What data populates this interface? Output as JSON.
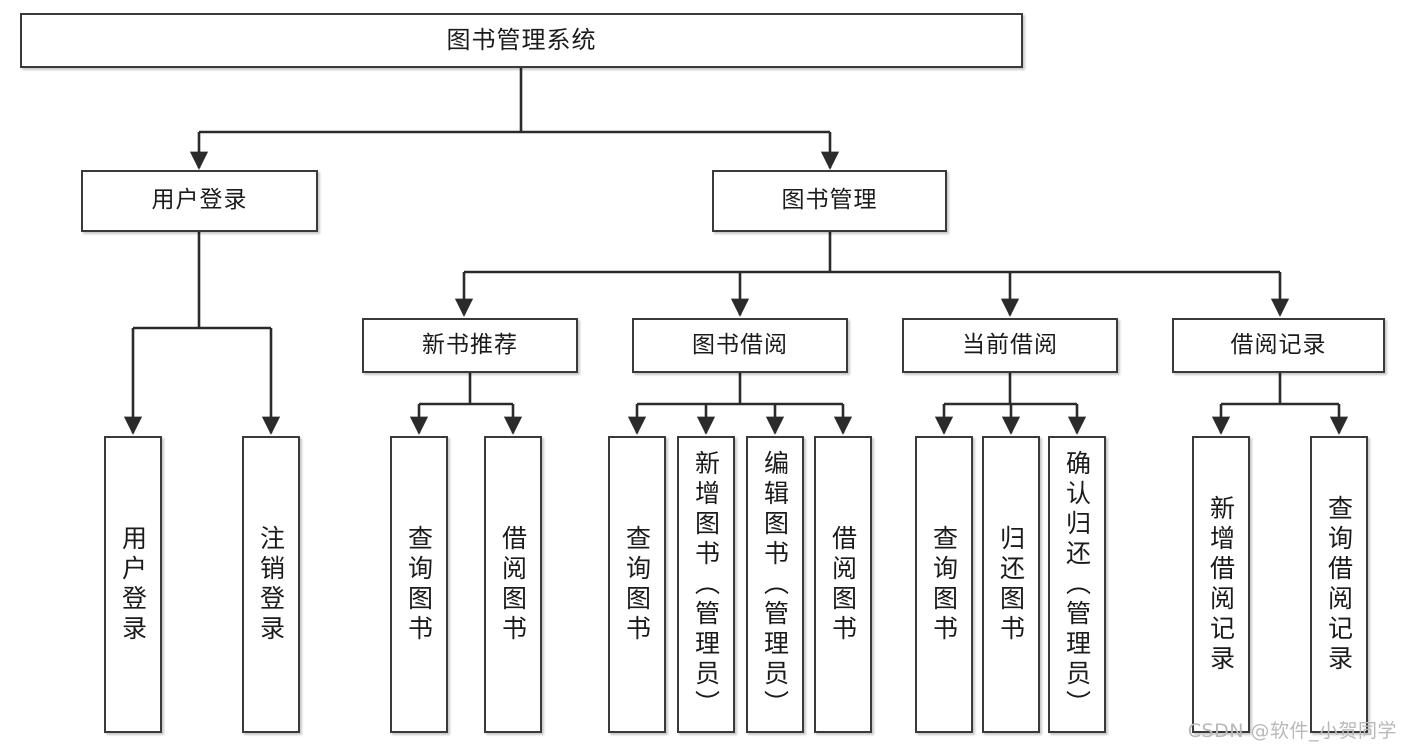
{
  "diagram": {
    "title": "图书管理系统",
    "watermark": "CSDN @软件_小贺同学",
    "colors": {
      "border": "#3a3a3a",
      "background": "#ffffff",
      "text": "#1b1b1b",
      "connector": "#2b2b2b",
      "watermark": "#b9b9b9"
    },
    "levels": {
      "root": {
        "label": "图书管理系统"
      },
      "level2": [
        {
          "label": "用户登录"
        },
        {
          "label": "图书管理"
        }
      ],
      "level3": [
        {
          "label": "新书推荐"
        },
        {
          "label": "图书借阅"
        },
        {
          "label": "当前借阅"
        },
        {
          "label": "借阅记录"
        }
      ],
      "leaves": [
        {
          "label": "用户登录",
          "parent": "用户登录"
        },
        {
          "label": "注销登录",
          "parent": "用户登录"
        },
        {
          "label": "查询图书",
          "parent": "新书推荐"
        },
        {
          "label": "借阅图书",
          "parent": "新书推荐"
        },
        {
          "label": "查询图书",
          "parent": "图书借阅"
        },
        {
          "label": "新增图书（管理员）",
          "parent": "图书借阅"
        },
        {
          "label": "编辑图书（管理员）",
          "parent": "图书借阅"
        },
        {
          "label": "借阅图书",
          "parent": "图书借阅"
        },
        {
          "label": "查询图书",
          "parent": "当前借阅"
        },
        {
          "label": "归还图书",
          "parent": "当前借阅"
        },
        {
          "label": "确认归还（管理员）",
          "parent": "当前借阅"
        },
        {
          "label": "新增借阅记录",
          "parent": "借阅记录"
        },
        {
          "label": "查询借阅记录",
          "parent": "借阅记录"
        }
      ]
    }
  }
}
